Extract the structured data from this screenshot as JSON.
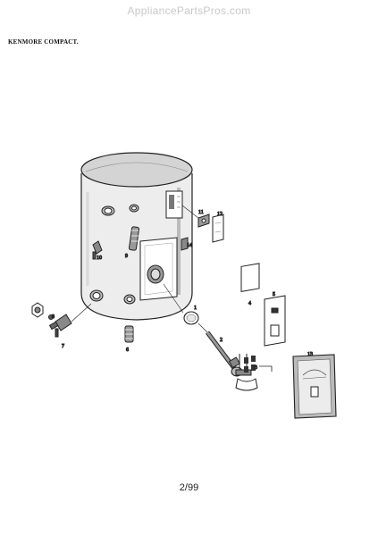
{
  "watermark": "AppliancePartsPros.com",
  "brand_label": "KENMORE COMPACT.",
  "page_number": "2/99",
  "callouts": {
    "c1": "1",
    "c2": "2",
    "c3": "3",
    "c4": "4",
    "c5": "5",
    "c6": "6",
    "c7": "7",
    "c8": "8",
    "c9": "9",
    "c10": "10",
    "c11": "11",
    "c12": "12",
    "c13": "13",
    "c14": "14"
  }
}
